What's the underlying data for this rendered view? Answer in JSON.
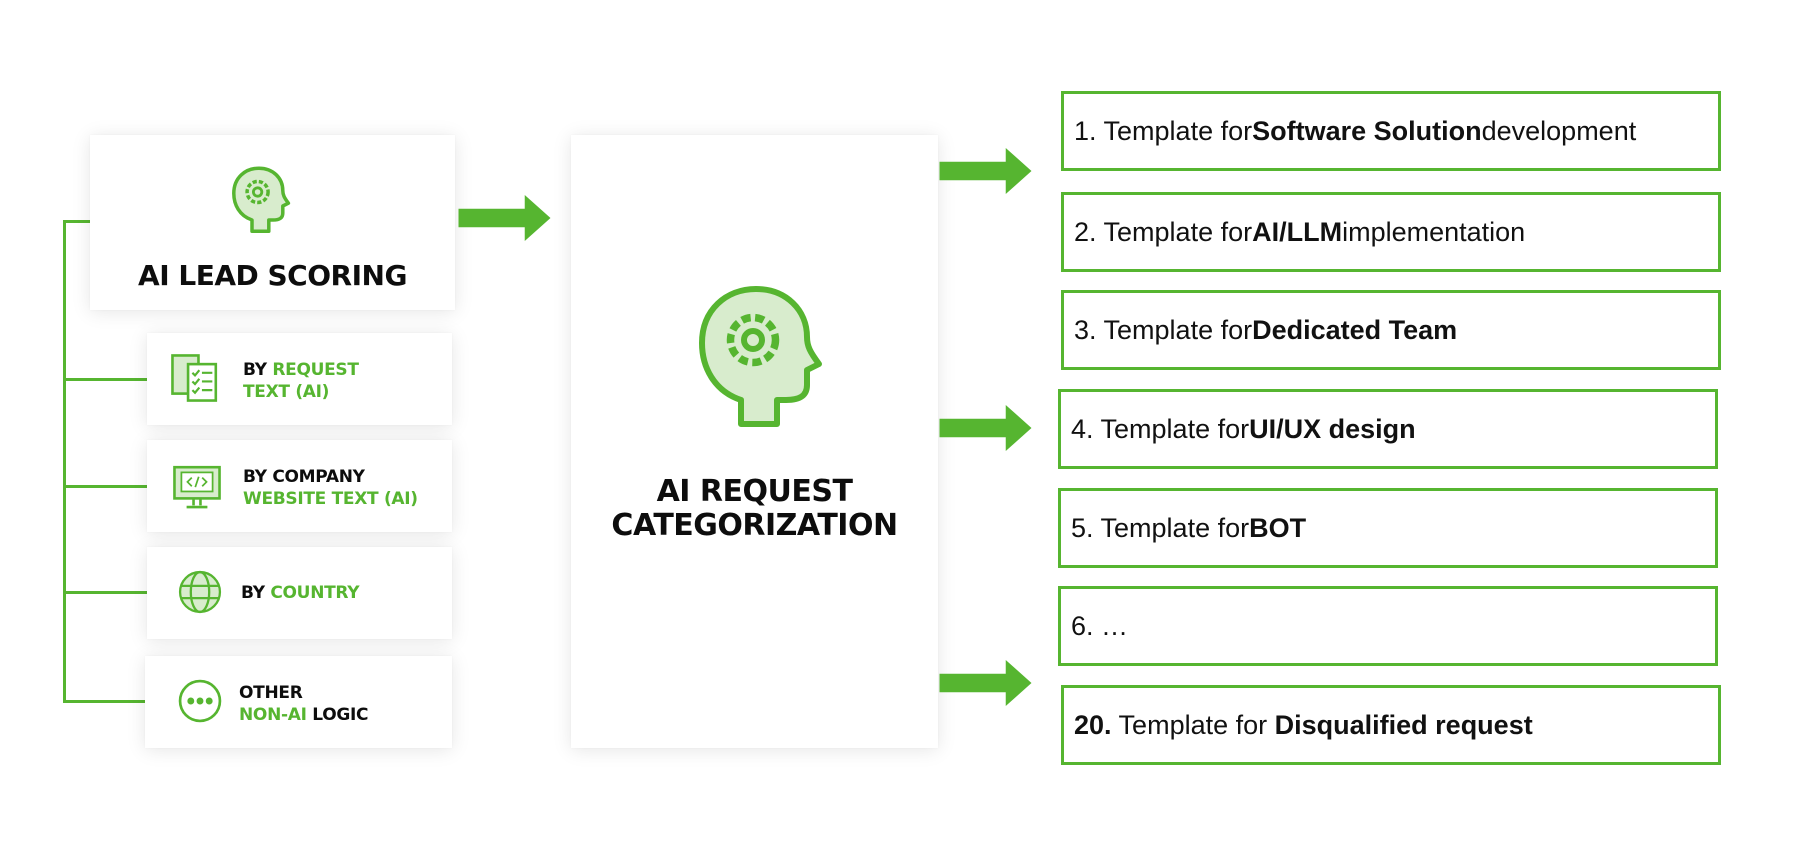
{
  "colors": {
    "accent": "#56b530",
    "light_accent": "#d8eccd",
    "text": "#0d0d0d"
  },
  "lead_scoring": {
    "title": "AI LEAD SCORING",
    "icon": "head-gear-icon"
  },
  "criteria": [
    {
      "icon": "checklist-icon",
      "line1_prefix": "BY ",
      "line1_highlight": "REQUEST",
      "line2_highlight": "TEXT (AI)",
      "line2_suffix": ""
    },
    {
      "icon": "monitor-code-icon",
      "line1_prefix": "BY COMPANY",
      "line1_highlight": "",
      "line2_highlight": "WEBSITE TEXT (AI)",
      "line2_suffix": ""
    },
    {
      "icon": "globe-icon",
      "line1_prefix": "BY ",
      "line1_highlight": "COUNTRY",
      "line2_highlight": "",
      "line2_suffix": ""
    },
    {
      "icon": "ellipsis-circle-icon",
      "line1_prefix": "OTHER",
      "line1_highlight": "",
      "line2_highlight": "NON-AI",
      "line2_suffix": " LOGIC"
    }
  ],
  "categorization": {
    "title_line1": "AI REQUEST",
    "title_line2": "CATEGORIZATION",
    "icon": "head-gear-icon"
  },
  "templates": [
    {
      "prefix": "1. Template for ",
      "bold": "Software Solution",
      "suffix": " development",
      "num_bold": ""
    },
    {
      "prefix": "2. Template for ",
      "bold": "AI/LLM",
      "suffix": " implementation",
      "num_bold": ""
    },
    {
      "prefix": "3. Template for ",
      "bold": "Dedicated Team",
      "suffix": "",
      "num_bold": ""
    },
    {
      "prefix": "4. Template for ",
      "bold": "UI/UX design",
      "suffix": "",
      "num_bold": ""
    },
    {
      "prefix": "5. Template for ",
      "bold": "BOT",
      "suffix": "",
      "num_bold": ""
    },
    {
      "prefix": "6. …",
      "bold": "",
      "suffix": "",
      "num_bold": ""
    },
    {
      "prefix": " Template for ",
      "bold": "Disqualified request",
      "suffix": "",
      "num_bold": "20."
    }
  ]
}
